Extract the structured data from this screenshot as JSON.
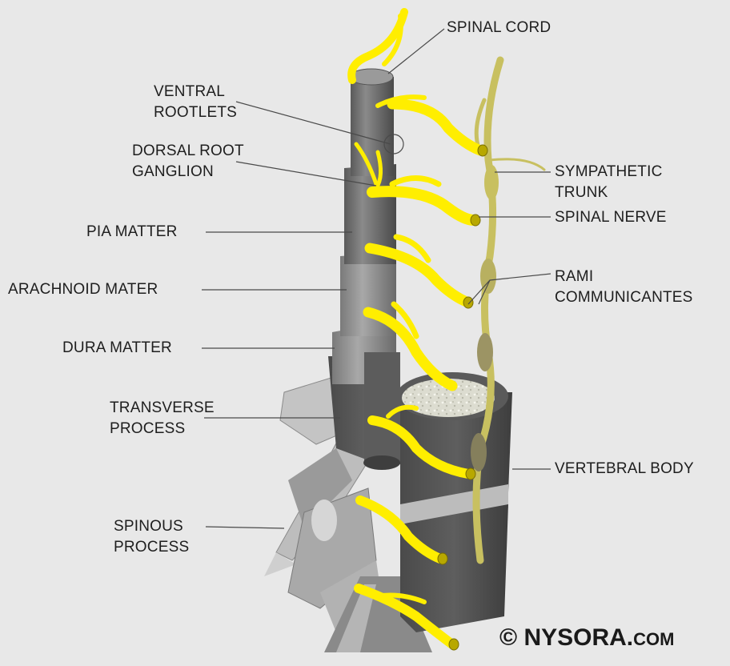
{
  "labels": {
    "spinal_cord": "SPINAL CORD",
    "ventral_rootlets": [
      "VENTRAL",
      "ROOTLETS"
    ],
    "dorsal_root_ganglion": [
      "DORSAL ROOT",
      "GANGLION"
    ],
    "pia_matter": "PIA MATTER",
    "arachnoid_mater": "ARACHNOID MATER",
    "dura_matter": "DURA MATTER",
    "transverse_process": [
      "TRANSVERSE",
      "PROCESS"
    ],
    "spinous_process": [
      "SPINOUS",
      "PROCESS"
    ],
    "sympathetic_trunk": [
      "SYMPATHETIC",
      "TRUNK"
    ],
    "spinal_nerve": "SPINAL NERVE",
    "rami_communicantes": [
      "RAMI",
      "COMMUNICANTES"
    ],
    "vertebral_body": "VERTEBRAL BODY"
  },
  "copyright": {
    "main": "© NYSORA.",
    "suffix": "COM"
  },
  "colors": {
    "background": "#e8e8e8",
    "nerve": "#ffee00",
    "sympathetic": "#c8c060",
    "cord_dark": "#505050",
    "cord_mid": "#6e6e6e",
    "bone_light": "#b8b8b8",
    "leader_line": "#4a4a4a"
  }
}
